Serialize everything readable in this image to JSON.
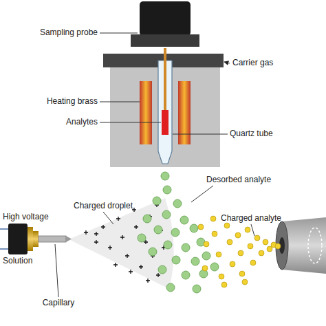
{
  "diagram": {
    "labels": [
      "Sampling probe",
      "Carrier gas",
      "Heating brass",
      "Analytes",
      "Quartz tube",
      "Desorbed analyte",
      "Charged droplet",
      "Charged analyte",
      "High voltage",
      "Solution",
      "Capillary"
    ]
  }
}
